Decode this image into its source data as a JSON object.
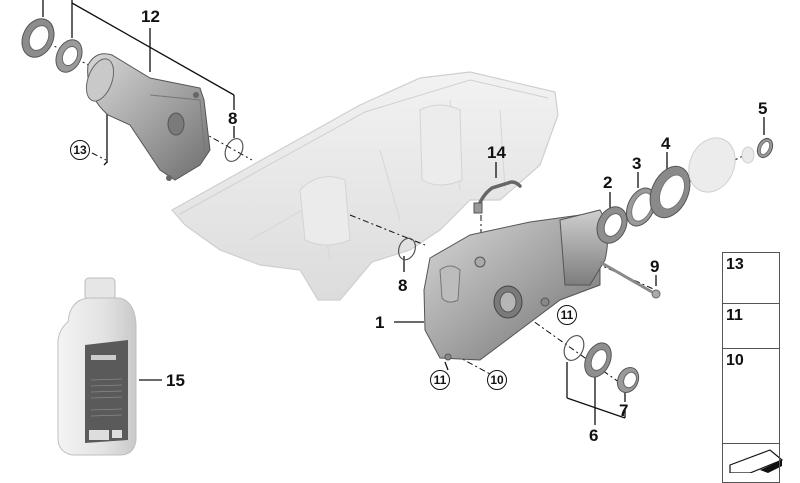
{
  "diagram": {
    "title": "Front axle differential assembly parts diagram",
    "background": "#ffffff",
    "line_color": "#111111",
    "part_shade": "#9a9a9a",
    "ghost_shade": "#e6e6e6",
    "labels": [
      {
        "id": "1",
        "text": "1",
        "style": "plain"
      },
      {
        "id": "2",
        "text": "2",
        "style": "plain"
      },
      {
        "id": "3",
        "text": "3",
        "style": "plain"
      },
      {
        "id": "4",
        "text": "4",
        "style": "plain"
      },
      {
        "id": "5",
        "text": "5",
        "style": "plain"
      },
      {
        "id": "6",
        "text": "6",
        "style": "plain"
      },
      {
        "id": "7",
        "text": "7",
        "style": "plain"
      },
      {
        "id": "8a",
        "text": "8",
        "style": "plain"
      },
      {
        "id": "8b",
        "text": "8",
        "style": "plain"
      },
      {
        "id": "9",
        "text": "9",
        "style": "plain"
      },
      {
        "id": "10",
        "text": "10",
        "style": "circled"
      },
      {
        "id": "11a",
        "text": "11",
        "style": "circled"
      },
      {
        "id": "11b",
        "text": "11",
        "style": "circled"
      },
      {
        "id": "12",
        "text": "12",
        "style": "plain"
      },
      {
        "id": "13",
        "text": "13",
        "style": "circled"
      },
      {
        "id": "14",
        "text": "14",
        "style": "plain"
      },
      {
        "id": "15",
        "text": "15",
        "style": "plain"
      }
    ],
    "parts": [
      {
        "id": "1",
        "name": "Front axle differential housing"
      },
      {
        "id": "2",
        "name": "Shaft seal"
      },
      {
        "id": "3",
        "name": "Shim ring"
      },
      {
        "id": "4",
        "name": "Dust cover ring"
      },
      {
        "id": "5",
        "name": "Snap ring"
      },
      {
        "id": "6",
        "name": "Shaft seal (output)"
      },
      {
        "id": "7",
        "name": "Seal ring"
      },
      {
        "id": "8",
        "name": "O-ring"
      },
      {
        "id": "9",
        "name": "Hex bolt"
      },
      {
        "id": "10",
        "name": "Screw"
      },
      {
        "id": "11",
        "name": "Screw plug"
      },
      {
        "id": "12",
        "name": "Axle tube bracket"
      },
      {
        "id": "13",
        "name": "Hex bolt"
      },
      {
        "id": "14",
        "name": "Vent line"
      },
      {
        "id": "15",
        "name": "Differential oil bottle"
      }
    ],
    "side_panel": {
      "items": [
        {
          "num": "13",
          "part": "hex-bolt"
        },
        {
          "num": "11",
          "part": "screw-plug"
        },
        {
          "num": "10",
          "part": "torx-bolt"
        },
        {
          "num": "",
          "part": "fastener-set-symbol"
        }
      ]
    }
  }
}
